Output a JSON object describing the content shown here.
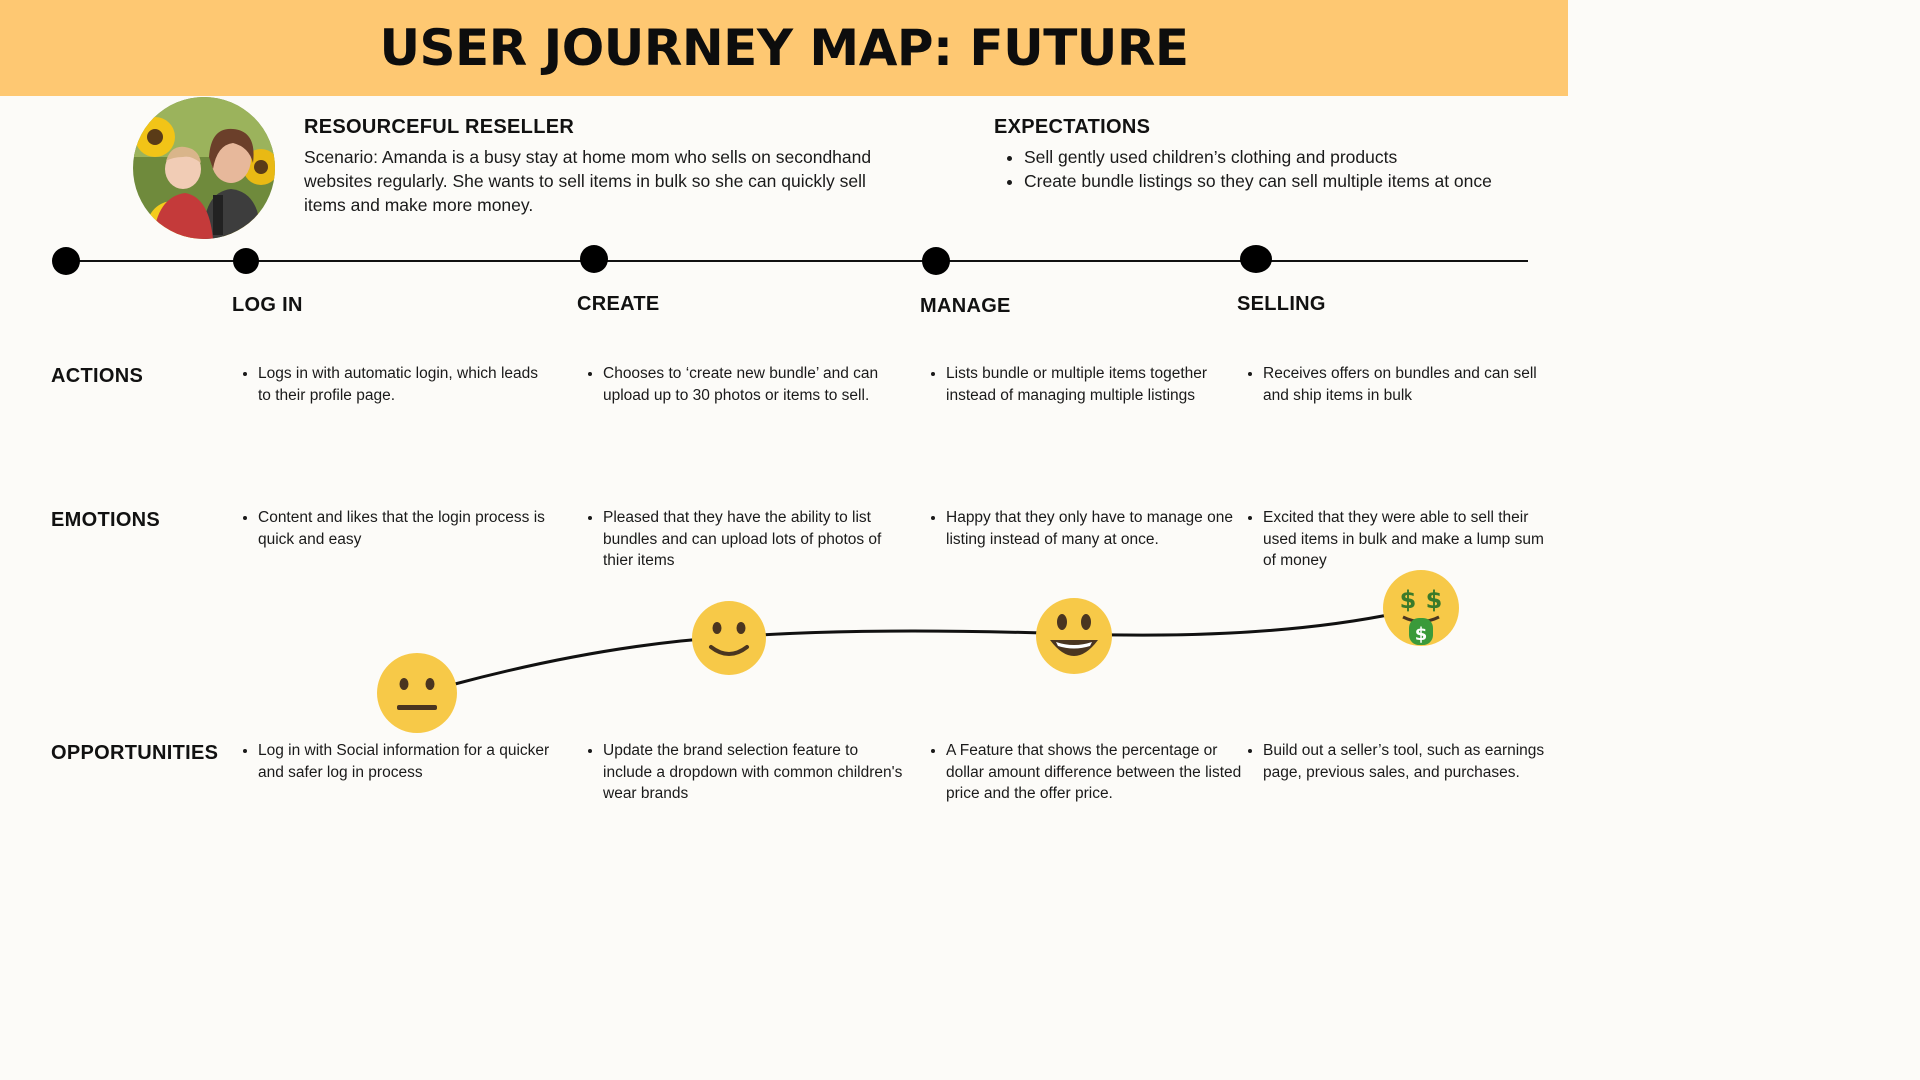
{
  "header": {
    "title": "USER JOURNEY MAP: FUTURE"
  },
  "persona": {
    "title": "RESOURCEFUL RESELLER",
    "scenario": "Scenario: Amanda is a busy stay at home mom who sells on secondhand websites regularly. She wants to sell items in bulk so she can quickly sell items and make more money."
  },
  "expectations": {
    "title": "EXPECTATIONS",
    "items": [
      "Sell gently used children’s clothing and products",
      "Create bundle listings so they can sell multiple items at once"
    ]
  },
  "stages": [
    "LOG IN",
    "CREATE",
    "MANAGE",
    "SELLING"
  ],
  "rows": {
    "actions": {
      "label": "ACTIONS",
      "cells": [
        "Logs in with automatic login, which leads to their profile page.",
        "Chooses to ‘create new bundle’ and can upload up to 30 photos or items to sell.",
        "Lists bundle or multiple items together instead of managing multiple listings",
        "Receives offers on bundles and can sell and ship items in bulk"
      ]
    },
    "emotions": {
      "label": "EMOTIONS",
      "cells": [
        "Content and likes that the login process is quick and easy",
        "Pleased that they have the ability to list bundles and can upload lots of photos of thier items",
        "Happy that they only have to manage one listing instead of many at once.",
        "Excited that they were able to sell their used items in bulk and make a lump sum of money"
      ]
    },
    "opportunities": {
      "label": "OPPORTUNITIES",
      "cells": [
        "Log in with Social information for a quicker and safer log in process",
        "Update the brand selection feature to include a dropdown with common children's wear brands",
        "A Feature that shows the percentage or dollar amount difference between the listed price and the offer price.",
        "Build out a seller’s tool, such as earnings page, previous sales, and purchases."
      ]
    }
  },
  "emotion_icons": [
    "neutral-face-icon",
    "slight-smile-face-icon",
    "grinning-face-icon",
    "money-mouth-face-icon"
  ],
  "colors": {
    "header_bg": "#fec872",
    "emoji_yellow": "#f7c948",
    "money_green": "#3a9a3a"
  }
}
